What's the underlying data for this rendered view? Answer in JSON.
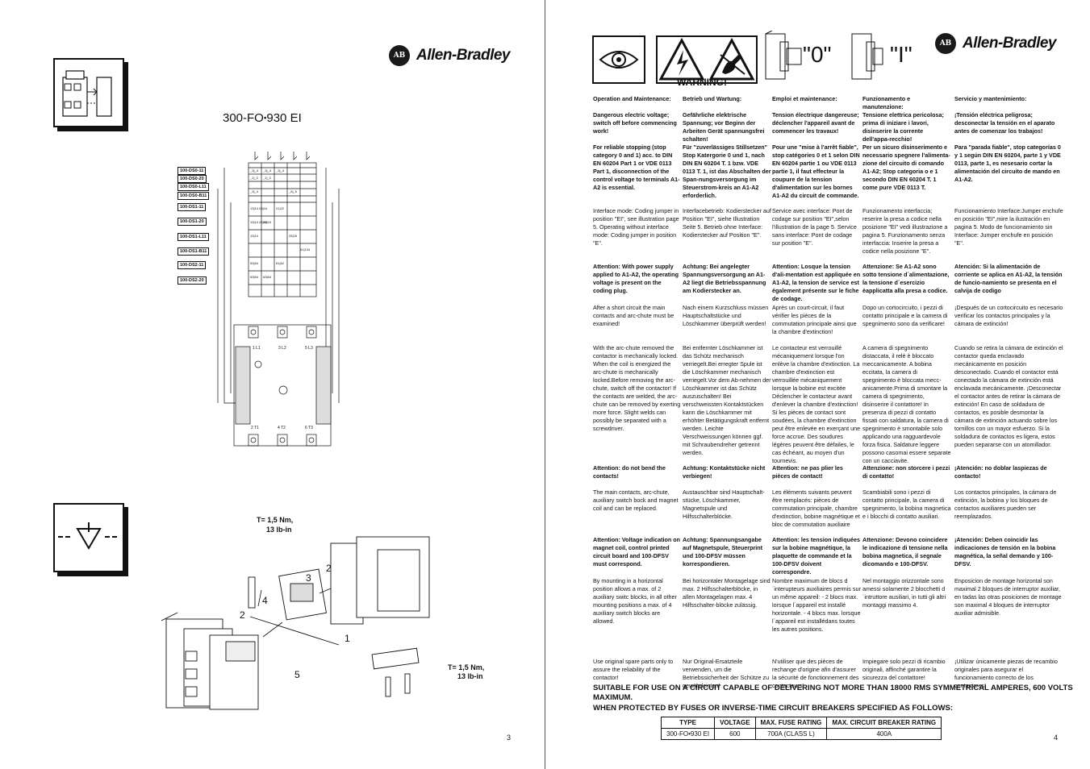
{
  "left_page": {
    "brand": "Allen-Bradley",
    "badge": "AB",
    "model_title": "300-FO",
    "model_suffix": "930 EI",
    "page_number": "3",
    "icons": [
      "contactor-module-icon",
      "mounting-arrow-icon"
    ],
    "aux_codes": [
      "100-DS0-11",
      "100-DS0-20",
      "100-DS0-L11",
      "100-DS0-B11",
      "100-DS1-11",
      "100-DS1-20",
      "100-DS1-L11",
      "100-DS1-B11",
      "100-DS2-11",
      "100-DS2-20"
    ],
    "terminals_top": [
      "1 L1",
      "3 L2",
      "5 L3"
    ],
    "terminals_bottom": [
      "2 T1",
      "4 T2",
      "6 T3"
    ],
    "torque_1": "T= 1,5 Nm,",
    "torque_1b": "13 lb-in",
    "torque_2": "T= 1,5 Nm,",
    "torque_2b": "13 lb-in",
    "step_numbers": [
      "1",
      "2",
      "3",
      "4",
      "5",
      "2"
    ]
  },
  "right_page": {
    "brand": "Allen-Bradley",
    "badge": "AB",
    "warning": "WARNING!",
    "switch_off": "\"0\"",
    "switch_on": "\"I\"",
    "page_number": "4",
    "columns": [
      {
        "heading": "Operation and Maintenance:",
        "blocks": [
          {
            "bold": true,
            "text": "Dangerous electric voltage; switch off before commencing work!"
          },
          {
            "bold": true,
            "text": "For reliable stopping (stop category 0 and 1) acc. to  DIN EN 60204 Part 1 or VDE 0113 Part 1, disconnection of the control voltage to terminals A1-A2 is essential."
          },
          {
            "bold": false,
            "text": "Interface mode: Coding jumper in position \"EI\", see illustration page 5. Operating without interface mode: Coding jumper in position \"E\"."
          },
          {
            "bold": true,
            "text": "Attention: With power supply applied to A1-A2, the operating voltage is present on the coding plug."
          },
          {
            "bold": false,
            "text": "After a short circuit the main contacts and arc-chute must be examined!"
          },
          {
            "bold": false,
            "text": "With the arc-chute removed the contactor is mechanically locked. When the coil is energized the arc-chute is mechanically locked.Before removing the arc-chute, switch off the contactor! If the contacts are welded, the arc-chute can be removed by exerting more force. Slight welds can possibly be separated with a screwdriver."
          },
          {
            "bold": true,
            "text": "Attention: do not bend the contacts!"
          },
          {
            "bold": false,
            "text": "The main contacts, arc-chute, auxiliary switch bock and magnet coil and can be replaced."
          },
          {
            "bold": true,
            "text": "Attention: Voltage indication on magnet coil, control printed circuit board and 100-DFSV must correspond."
          },
          {
            "bold": false,
            "text": "By mounting in a horizontal position allows a max. of 2 auxiliary switc blocks, in all other mounting positions a max. of 4 auxiliary switch blocks are allowed."
          },
          {
            "bold": false,
            "text": "Use original spare parts only to assure the reliability of the contactor!"
          }
        ]
      },
      {
        "heading": "Betrieb und Wartung:",
        "blocks": [
          {
            "bold": true,
            "text": "Gefährliche elektrische Spannung; vor Beginn der Arbeiten Gerät spannungsfrei schalten!"
          },
          {
            "bold": true,
            "text": "Für \"zuverlässiges Stillsetzen\" Stop Katergorie 0 und 1, nach DIN EN 60204 T. 1 bzw. VDE 0113 T. 1, ist das Abschalten der Span-nungsversorgung im Steuerstrom-kreis an A1-A2 erforderlich."
          },
          {
            "bold": false,
            "text": "Interfacebetrieb: Kodierstecker auf Position \"EI\", siehe Illustration Seite 5. Betrieb ohne Interface: Kodierstecker auf Position \"E\"."
          },
          {
            "bold": true,
            "text": "Achtung: Bei angelegter Spannungsversorgung an A1-A2 liegt die Betriebsspannung am Kodierstecker an."
          },
          {
            "bold": false,
            "text": "Nach einem Kurzschluss müssen Hauptschaltstücke und Löschkammer überprüft werden!"
          },
          {
            "bold": false,
            "text": "Bei entfernter Löschkammer ist das Schütz mechanisch verriegelt.Bei erregter Spule ist die Löschkammer mechanisch verriegelt.Vor dem Ab-nehmen der Löschkammer ist das Schütz auszuschalten! Bei verschweissten Kontaktstücken kann die Löschkammer mit erhöhter Betätigungskraft entfernt werden. Leichte Verschweissungen können ggf. mit Schraubendreher getrennt werden."
          },
          {
            "bold": true,
            "text": "Achtung: Kontaktstücke nicht verbiegen!"
          },
          {
            "bold": false,
            "text": "Austauschbar sind Hauptschalt-stücke, Löschkammer, Magnetspule und Hilfsschalterblöcke."
          },
          {
            "bold": true,
            "text": "Achtung: Spannungsangabe auf Magnetspule, Steuerprint und 100-DFSV müssen korrespondieren."
          },
          {
            "bold": false,
            "text": "Bei horizontaler Montagelage sind max. 2 Hilfsschalterblöcke, in allen Montagelagen max. 4 Hilfsschalter-blöcke zulässig."
          },
          {
            "bold": false,
            "text": "Nur Original-Ersatzteile verwenden, um die Betriebssicherheit der Schütze zu gewährleisten!"
          }
        ]
      },
      {
        "heading": "Emploi et maintenance:",
        "blocks": [
          {
            "bold": true,
            "text": "Tension électrique dangereuse; déclencher l'appareil avant de commencer les travaux!"
          },
          {
            "bold": true,
            "text": "Pour une \"mise à l'arrêt fiable\", stop catégories 0 et 1 selon DIN EN 60204 partie 1 ou VDE 0113 partie 1, il faut effecteur la coupure de la tension d'alimentation sur les bornes A1-A2 du circuit de commande."
          },
          {
            "bold": false,
            "text": "Service avec interface: Pont de codage sur position \"EI\",selon l'illustration de la page 5. Service sans interface: Pont de codage sur position \"E\"."
          },
          {
            "bold": true,
            "text": "Attention: Losque la tension d'ali-mentation est appliquée en A1-A2, la tension de service est également présente sur le fiche de codage."
          },
          {
            "bold": false,
            "text": "Après un court-circuit, il faut vérifier les pièces de la commutation principale ainsi que la chambre d'extinction!"
          },
          {
            "bold": false,
            "text": "Le contacteur est verrouillé mécaniquement lorsque l'on enlève la chambre d'extinction. La chambre d'extinction est verrouillée mécaniquement lorsque la bobine est excitée Déclencher le contacteur avant d'enlever la chambre d'extinction! Si les pièces de contact sont soudées, la chambre d'extinction peut être enlevée en exerçant une force accrue. Des soudures légères peuvent être défailes, le cas échéant, au moyen d'un tournevis."
          },
          {
            "bold": true,
            "text": "Attention: ne pas plier les pièces de contact!"
          },
          {
            "bold": false,
            "text": "Les éléments suivants peuvent être remplacés: pièces de commutation principale, chambre d'extinction, bobine magnétique et bloc de commutation auxiliaire"
          },
          {
            "bold": true,
            "text": "Attention: les tension indiquées sur la bobine magnétique, la plaquette de commande et la 100-DFSV doivent correspondre."
          },
          {
            "bold": false,
            "text": "Nombre maximum de blocs d´interupteurs auxiliaires permis sur un même appareil: - 2 blocs max. lorsque l´appareil est installé horizontale. - 4 blocs max. lorsque l´appareil est installédans toutes les autres positions."
          },
          {
            "bold": false,
            "text": "N'utiliser que  des pièces de rechange d'origine afin d'assurer la sécurité de fonctionnement des contacteurs!"
          }
        ]
      },
      {
        "heading": "Funzionamento e manutenzione:",
        "blocks": [
          {
            "bold": true,
            "text": "Tensione elettrica pericolosa; prima di iniziare i lavori, disinserire la corrente dell'appa-recchio!"
          },
          {
            "bold": true,
            "text": "Per un sicuro disinserimento e necessario spegnere l'alimenta-zione del circuito di comando A1-A2; Stop categoria o e 1 secondo DIN EN 60204 T. 1 come pure VDE 0113 T."
          },
          {
            "bold": false,
            "text": "Funzionamento interfaccia; reserire la presa a codice nella posizione \"EI\" vedi illustrazione a pagina 5. Funzionamento senza interfaccia: Inserire la presa a codice nella posizione \"E\"."
          },
          {
            "bold": true,
            "text": "Attenzione: Se A1-A2 sono sotto tensione d´alimentazione, la tensione d´esercizio èapplicatta alla presa a codice."
          },
          {
            "bold": false,
            "text": "Dopo un cortocircuito, i pezzi di contatto principale e la camera di spegnimento sono da verificare!"
          },
          {
            "bold": false,
            "text": "A camera di spegnimento distaccata, il relè è bloccato meccanicamente. A bobina eccitata, la camera di spegnimento è bloccata mecc-anicamente.Prima di smontare la camera di spegnimento, disinserire il contattore! In presenza di pezzi di contatto fissati con saldatura, la camera di spegnimento è smontabile solo applicando una ragguardevole forza fisica. Saldature leggere possono casomai essere separate con un cacciavite."
          },
          {
            "bold": true,
            "text": "Attenzione: non storcere i pezzi di contatto!"
          },
          {
            "bold": false,
            "text": "Scambiabili sono i pezzi di contatto principale, la camera di spegnimento, la bobina magnetica e i blocchi di contatto ausiliari."
          },
          {
            "bold": true,
            "text": "Attenzione: Devono coincidere le indicazione di tensione nella bobina magnetica, il segnale dicomando e 100-DFSV."
          },
          {
            "bold": false,
            "text": "Nel montaggio orizzontale sono amessi solamente 2 blocchetti d´intruttore ausiliari, in tutti gli altri montaggi massimo 4."
          },
          {
            "bold": false,
            "text": "Impiegare solo pezzi di ricambio originali, affinché garantire la sicurezza del contattore!"
          }
        ]
      },
      {
        "heading": "Servicio y mantenimiento:",
        "blocks": [
          {
            "bold": true,
            "text": "¡Tensión eléctrica peligrosa; desconectar la tensión en el aparato antes de comenzar  los trabajos!"
          },
          {
            "bold": true,
            "text": "Para \"parada fiable\", stop categorías 0 y 1 según DIN EN 60204, parte 1 y VDE 0113, parte 1, es nesesario cortar la alimentación del circuito de mando en A1-A2."
          },
          {
            "bold": false,
            "text": "Funcionamiento Interface:Jumper enchufe en posición \"EI\",mire la ilustración en pagina 5. Modo de funcionamiento sin Interface: Jumper enchufe en posición \"E\"."
          },
          {
            "bold": true,
            "text": "Atención: Si la alimentación de corriente se aplica en A1-A2, la tensión de funcio-namiento se presenta en el calvija de codigo"
          },
          {
            "bold": false,
            "text": "¡Después de un cortocircuito es necesario verificar los  contactos principales y la cámara de extinción!"
          },
          {
            "bold": false,
            "text": "Cuando se retira la cámara de extinción el contactor queda enclavado mecánicamente en posición desconectado. Cuando el contactor está conectado  la cámara de extinción está  enclavada mecánicamente. ¡Desconectar el contactor antes de retirar la  cámara de extinción! En caso de soldadura de contactos, es posible desmontar la cámara de  extinción  actuando sobre los tornillos con un mayor esfuerzo. Si la soldadura de contactos es ligera, estos pueden separarse con un atomillador."
          },
          {
            "bold": true,
            "text": "¡Atención: no doblar laspiezas de contacto!"
          },
          {
            "bold": false,
            "text": "Los contactos principales, la cámara de extinción, la bobina y los bloques de contactos  auxiliares pueden ser reemplazados."
          },
          {
            "bold": true,
            "text": "¡Atención: Deben coincidir las indicaciones de tensión en la bobina magnética, la señal demando y 100-DFSV."
          },
          {
            "bold": false,
            "text": "Enposicion de montage horizontal son maximal 2 bloques de interruptor auxiliar, en tadas las otras posiciones de montage son maximal 4 bloques de interruptor auxiliar admisible."
          },
          {
            "bold": false,
            "text": "¡Utilizar únicamente piezas de recambio originales para asegurar el funcionamiento correcto de los contactores!"
          }
        ]
      }
    ],
    "footer_line1": "SUITABLE FOR USE ON A CIRCUIT CAPABLE OF DELIVERING NOT MORE THAN 18000 RMS SYMMETRICAL AMPERES, 600 VOLTS MAXIMUM.",
    "footer_line2": "WHEN PROTECTED BY FUSES OR INVERSE-TIME CIRCUIT BREAKERS SPECIFIED AS FOLLOWS:",
    "table": {
      "headers": [
        "TYPE",
        "VOLTAGE",
        "MAX. FUSE RATING",
        "MAX. CIRCUIT BREAKER RATING"
      ],
      "row": [
        "300-FO•930 EI",
        "600",
        "700A (CLASS L)",
        "400A"
      ]
    }
  }
}
